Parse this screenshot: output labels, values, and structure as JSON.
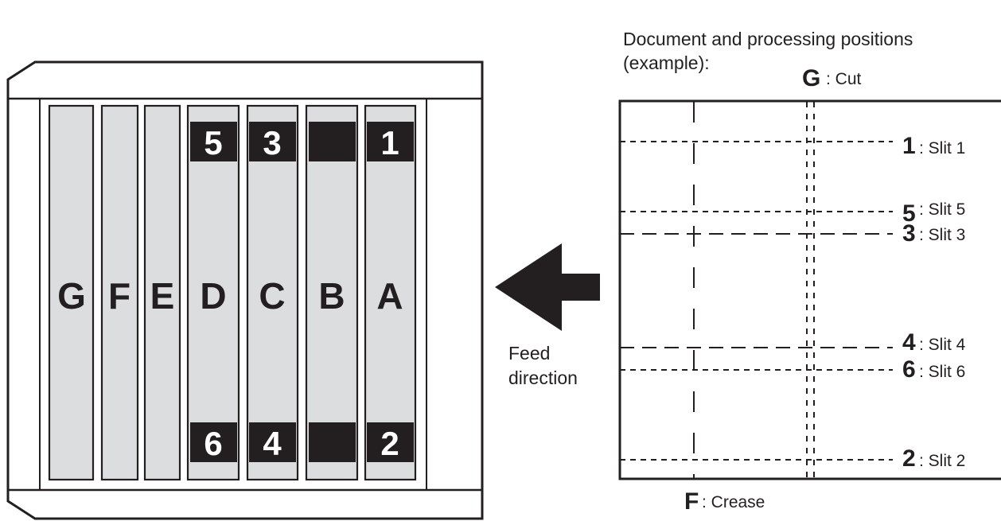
{
  "heading": {
    "line1": "Document and processing positions",
    "line2": "(example):"
  },
  "machine": {
    "stations": [
      "G",
      "F",
      "E",
      "D",
      "C",
      "B",
      "A"
    ],
    "top_labels": {
      "D": "5",
      "C": "3",
      "B": "",
      "A": "1"
    },
    "bottom_labels": {
      "D": "6",
      "C": "4",
      "B": "",
      "A": "2"
    }
  },
  "feed": {
    "line1": "Feed",
    "line2": "direction"
  },
  "document": {
    "cut": {
      "key": "G",
      "text": ": Cut"
    },
    "crease": {
      "key": "F",
      "text": ": Crease"
    },
    "slits": [
      {
        "key": "1",
        "text": ": Slit 1"
      },
      {
        "key": "5",
        "text": ": Slit 5"
      },
      {
        "key": "3",
        "text": ": Slit 3"
      },
      {
        "key": "4",
        "text": ": Slit 4"
      },
      {
        "key": "6",
        "text": ": Slit 6"
      },
      {
        "key": "2",
        "text": ": Slit 2"
      }
    ]
  },
  "colors": {
    "line": "#231f20",
    "slot_fill": "#dcdddf",
    "block": "#231f20"
  }
}
